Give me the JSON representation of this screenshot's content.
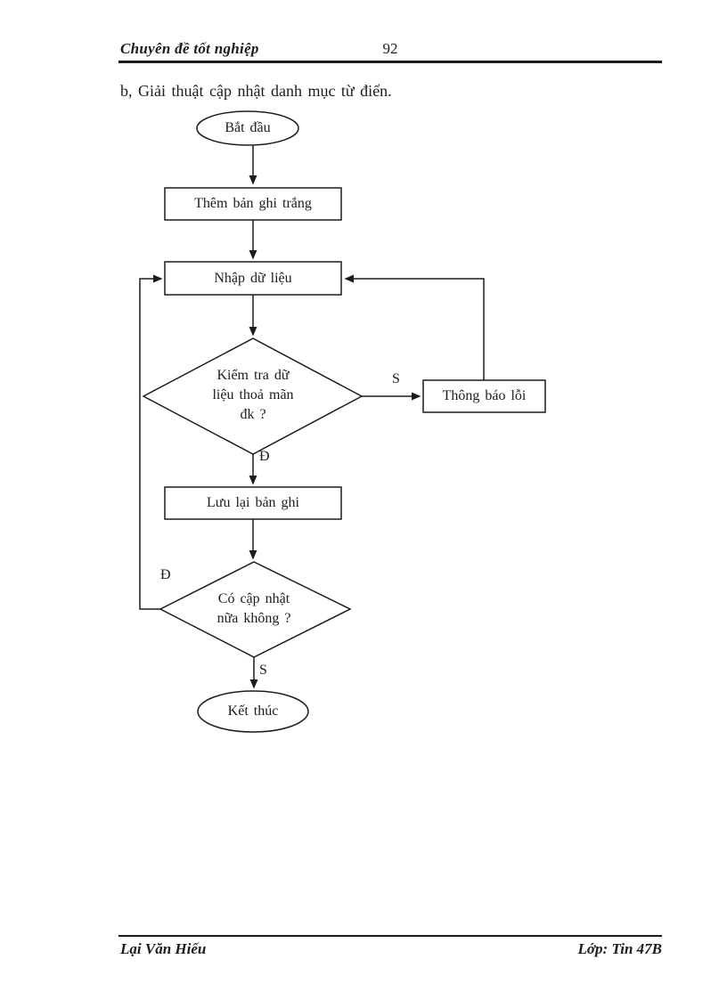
{
  "header": {
    "title": "Chuyên đề tốt nghiệp",
    "page_number": "92"
  },
  "section_heading": "b, Giải thuật cập nhật danh mục từ điển.",
  "flowchart": {
    "nodes": {
      "start": {
        "type": "terminator",
        "label": "Bắt đầu"
      },
      "add_blank_record": {
        "type": "process",
        "label": "Thêm bản ghi trắng"
      },
      "input_data": {
        "type": "process",
        "label": "Nhập dữ liệu"
      },
      "check_condition": {
        "type": "decision",
        "label": "Kiểm tra dữ liệu thoả mãn đk ?",
        "lines": [
          "Kiểm tra dữ",
          "liệu thoả mãn",
          "đk ?"
        ]
      },
      "error_message": {
        "type": "process",
        "label": "Thông báo lỗi"
      },
      "save_record": {
        "type": "process",
        "label": "Lưu lại bản ghi"
      },
      "more_updates": {
        "type": "decision",
        "label": "Có cập nhật nữa không ?",
        "lines": [
          "Có cập nhật",
          "nữa không ?"
        ]
      },
      "end": {
        "type": "terminator",
        "label": "Kết thúc"
      }
    },
    "edge_labels": {
      "check_no": "S",
      "check_yes": "Đ",
      "more_yes": "Đ",
      "more_no": "S"
    },
    "colors": {
      "ink": "#1c1c1c",
      "paper": "#ffffff"
    }
  },
  "footer": {
    "author": "Lại Văn Hiếu",
    "class_label": "Lớp: Tin 47B"
  }
}
